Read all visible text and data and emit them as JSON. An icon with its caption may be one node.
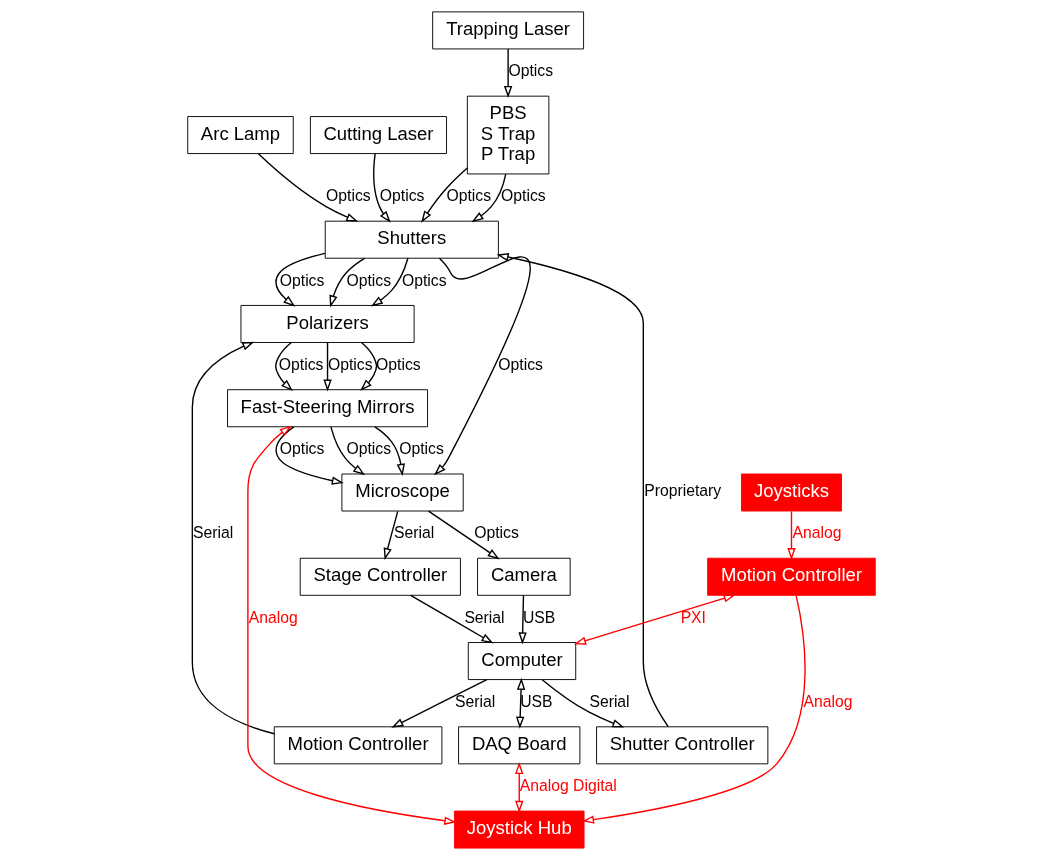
{
  "diagram": {
    "nodes": [
      {
        "text": [
          "Arc Lamp"
        ]
      },
      {
        "text": [
          "Cutting Laser"
        ]
      },
      {
        "text": [
          "PBS",
          "S Trap",
          "P Trap"
        ]
      },
      {
        "text": [
          "Trapping Laser"
        ]
      },
      {
        "text": [
          "Shutters"
        ]
      },
      {
        "text": [
          "Polarizers"
        ]
      },
      {
        "text": [
          "Fast-Steering Mirrors"
        ]
      },
      {
        "text": [
          "Shutter Controller"
        ]
      },
      {
        "text": [
          "Motion Controller"
        ]
      },
      {
        "text": [
          "Joystick Hub"
        ]
      },
      {
        "text": [
          "Joysticks"
        ]
      },
      {
        "text": [
          "Motion Controller"
        ]
      },
      {
        "text": [
          "Computer"
        ]
      },
      {
        "text": [
          "DAQ Board"
        ]
      },
      {
        "text": [
          "Stage Controller"
        ]
      },
      {
        "text": [
          "Camera"
        ]
      },
      {
        "text": [
          "Microscope"
        ]
      }
    ],
    "edges": [
      {
        "from": 0,
        "to": 4,
        "arrow": "to",
        "label": "Optics"
      },
      {
        "from": 1,
        "to": 4,
        "arrow": "to",
        "label": "Optics"
      },
      {
        "from": 2,
        "to": 4,
        "arrow": "to",
        "label": "Optics"
      },
      {
        "from": 2,
        "to": 4,
        "arrow": "to",
        "label": "Optics"
      },
      {
        "from": 3,
        "to": 2,
        "arrow": "to",
        "label": "Optics"
      },
      {
        "from": 4,
        "to": 16,
        "arrow": "to",
        "label": "Optics"
      },
      {
        "from": 4,
        "to": 5,
        "arrow": "to",
        "label": "Optics"
      },
      {
        "from": 4,
        "to": 5,
        "arrow": "to",
        "label": "Optics"
      },
      {
        "from": 4,
        "to": 5,
        "arrow": "to",
        "label": "Optics"
      },
      {
        "from": 5,
        "to": 6,
        "arrow": "to",
        "label": "Optics"
      },
      {
        "from": 5,
        "to": 6,
        "arrow": "to",
        "label": "Optics"
      },
      {
        "from": 5,
        "to": 6,
        "arrow": "to",
        "label": "Optics"
      },
      {
        "from": 6,
        "to": 16,
        "arrow": "to",
        "label": "Optics"
      },
      {
        "from": 6,
        "to": 16,
        "arrow": "to",
        "label": "Optics"
      },
      {
        "from": 6,
        "to": 16,
        "arrow": "to",
        "label": "Optics"
      },
      {
        "from": 7,
        "to": 4,
        "arrow": "to",
        "label": "Proprietary"
      },
      {
        "from": 8,
        "to": 5,
        "arrow": "to",
        "label": "Serial"
      },
      {
        "from": 12,
        "to": 7,
        "arrow": "to",
        "label": "Serial"
      },
      {
        "from": 12,
        "to": 8,
        "arrow": "to",
        "label": "Serial"
      },
      {
        "from": 9,
        "to": 6,
        "arrow": "both",
        "label": "Analog",
        "color": "#ff0000"
      },
      {
        "from": 13,
        "to": 9,
        "arrow": "both",
        "label": "Analog Digital",
        "color": "#ff0000"
      },
      {
        "from": 10,
        "to": 11,
        "arrow": "to",
        "label": "Analog",
        "color": "#ff0000"
      },
      {
        "from": 11,
        "to": 12,
        "arrow": "both",
        "label": "PXI",
        "color": "#ff0000"
      },
      {
        "from": 11,
        "to": 9,
        "arrow": "to",
        "label": "Analog",
        "color": "#ff0000"
      },
      {
        "from": 12,
        "to": 13,
        "arrow": "both",
        "label": "USB"
      },
      {
        "from": 14,
        "to": 12,
        "arrow": "to",
        "label": "Serial"
      },
      {
        "from": 15,
        "to": 12,
        "arrow": "to",
        "label": "USB"
      },
      {
        "from": 16,
        "to": 14,
        "arrow": "to",
        "label": "Serial"
      },
      {
        "from": 16,
        "to": 15,
        "arrow": "to",
        "label": "Optics"
      }
    ]
  }
}
